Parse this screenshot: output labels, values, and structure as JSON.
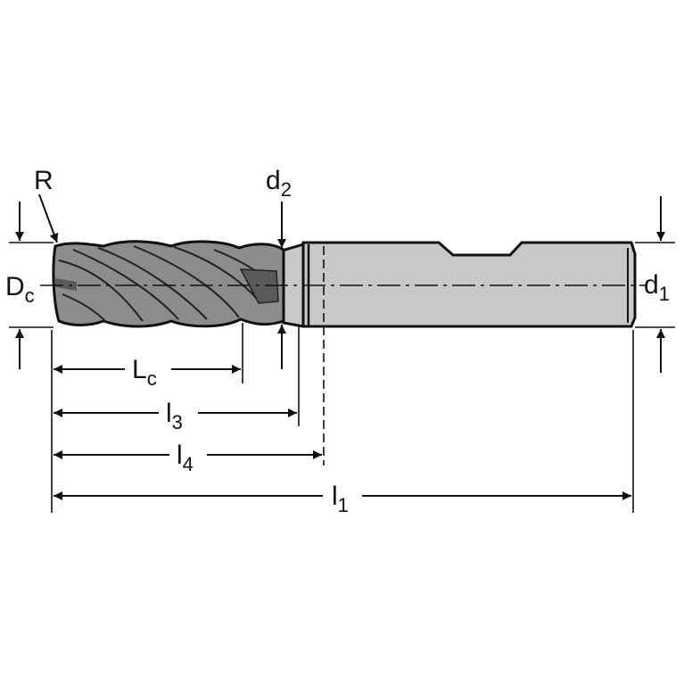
{
  "figure": {
    "kind": "end mill dimension drawing",
    "colors": {
      "shank_fill": "#c8c8c8",
      "flute_fill": "#8c8c8c",
      "flute_dark": "#5a5a5a",
      "line": "#111111",
      "background": "#ffffff"
    },
    "labels": {
      "R": "R",
      "Dc": {
        "main": "D",
        "sub": "c"
      },
      "d1": {
        "main": "d",
        "sub": "1"
      },
      "d2": {
        "main": "d",
        "sub": "2"
      },
      "Lc": {
        "main": "L",
        "sub": "c"
      },
      "l3": {
        "main": "l",
        "sub": "3"
      },
      "l4": {
        "main": "l",
        "sub": "4"
      },
      "l1": {
        "main": "l",
        "sub": "1"
      }
    }
  }
}
